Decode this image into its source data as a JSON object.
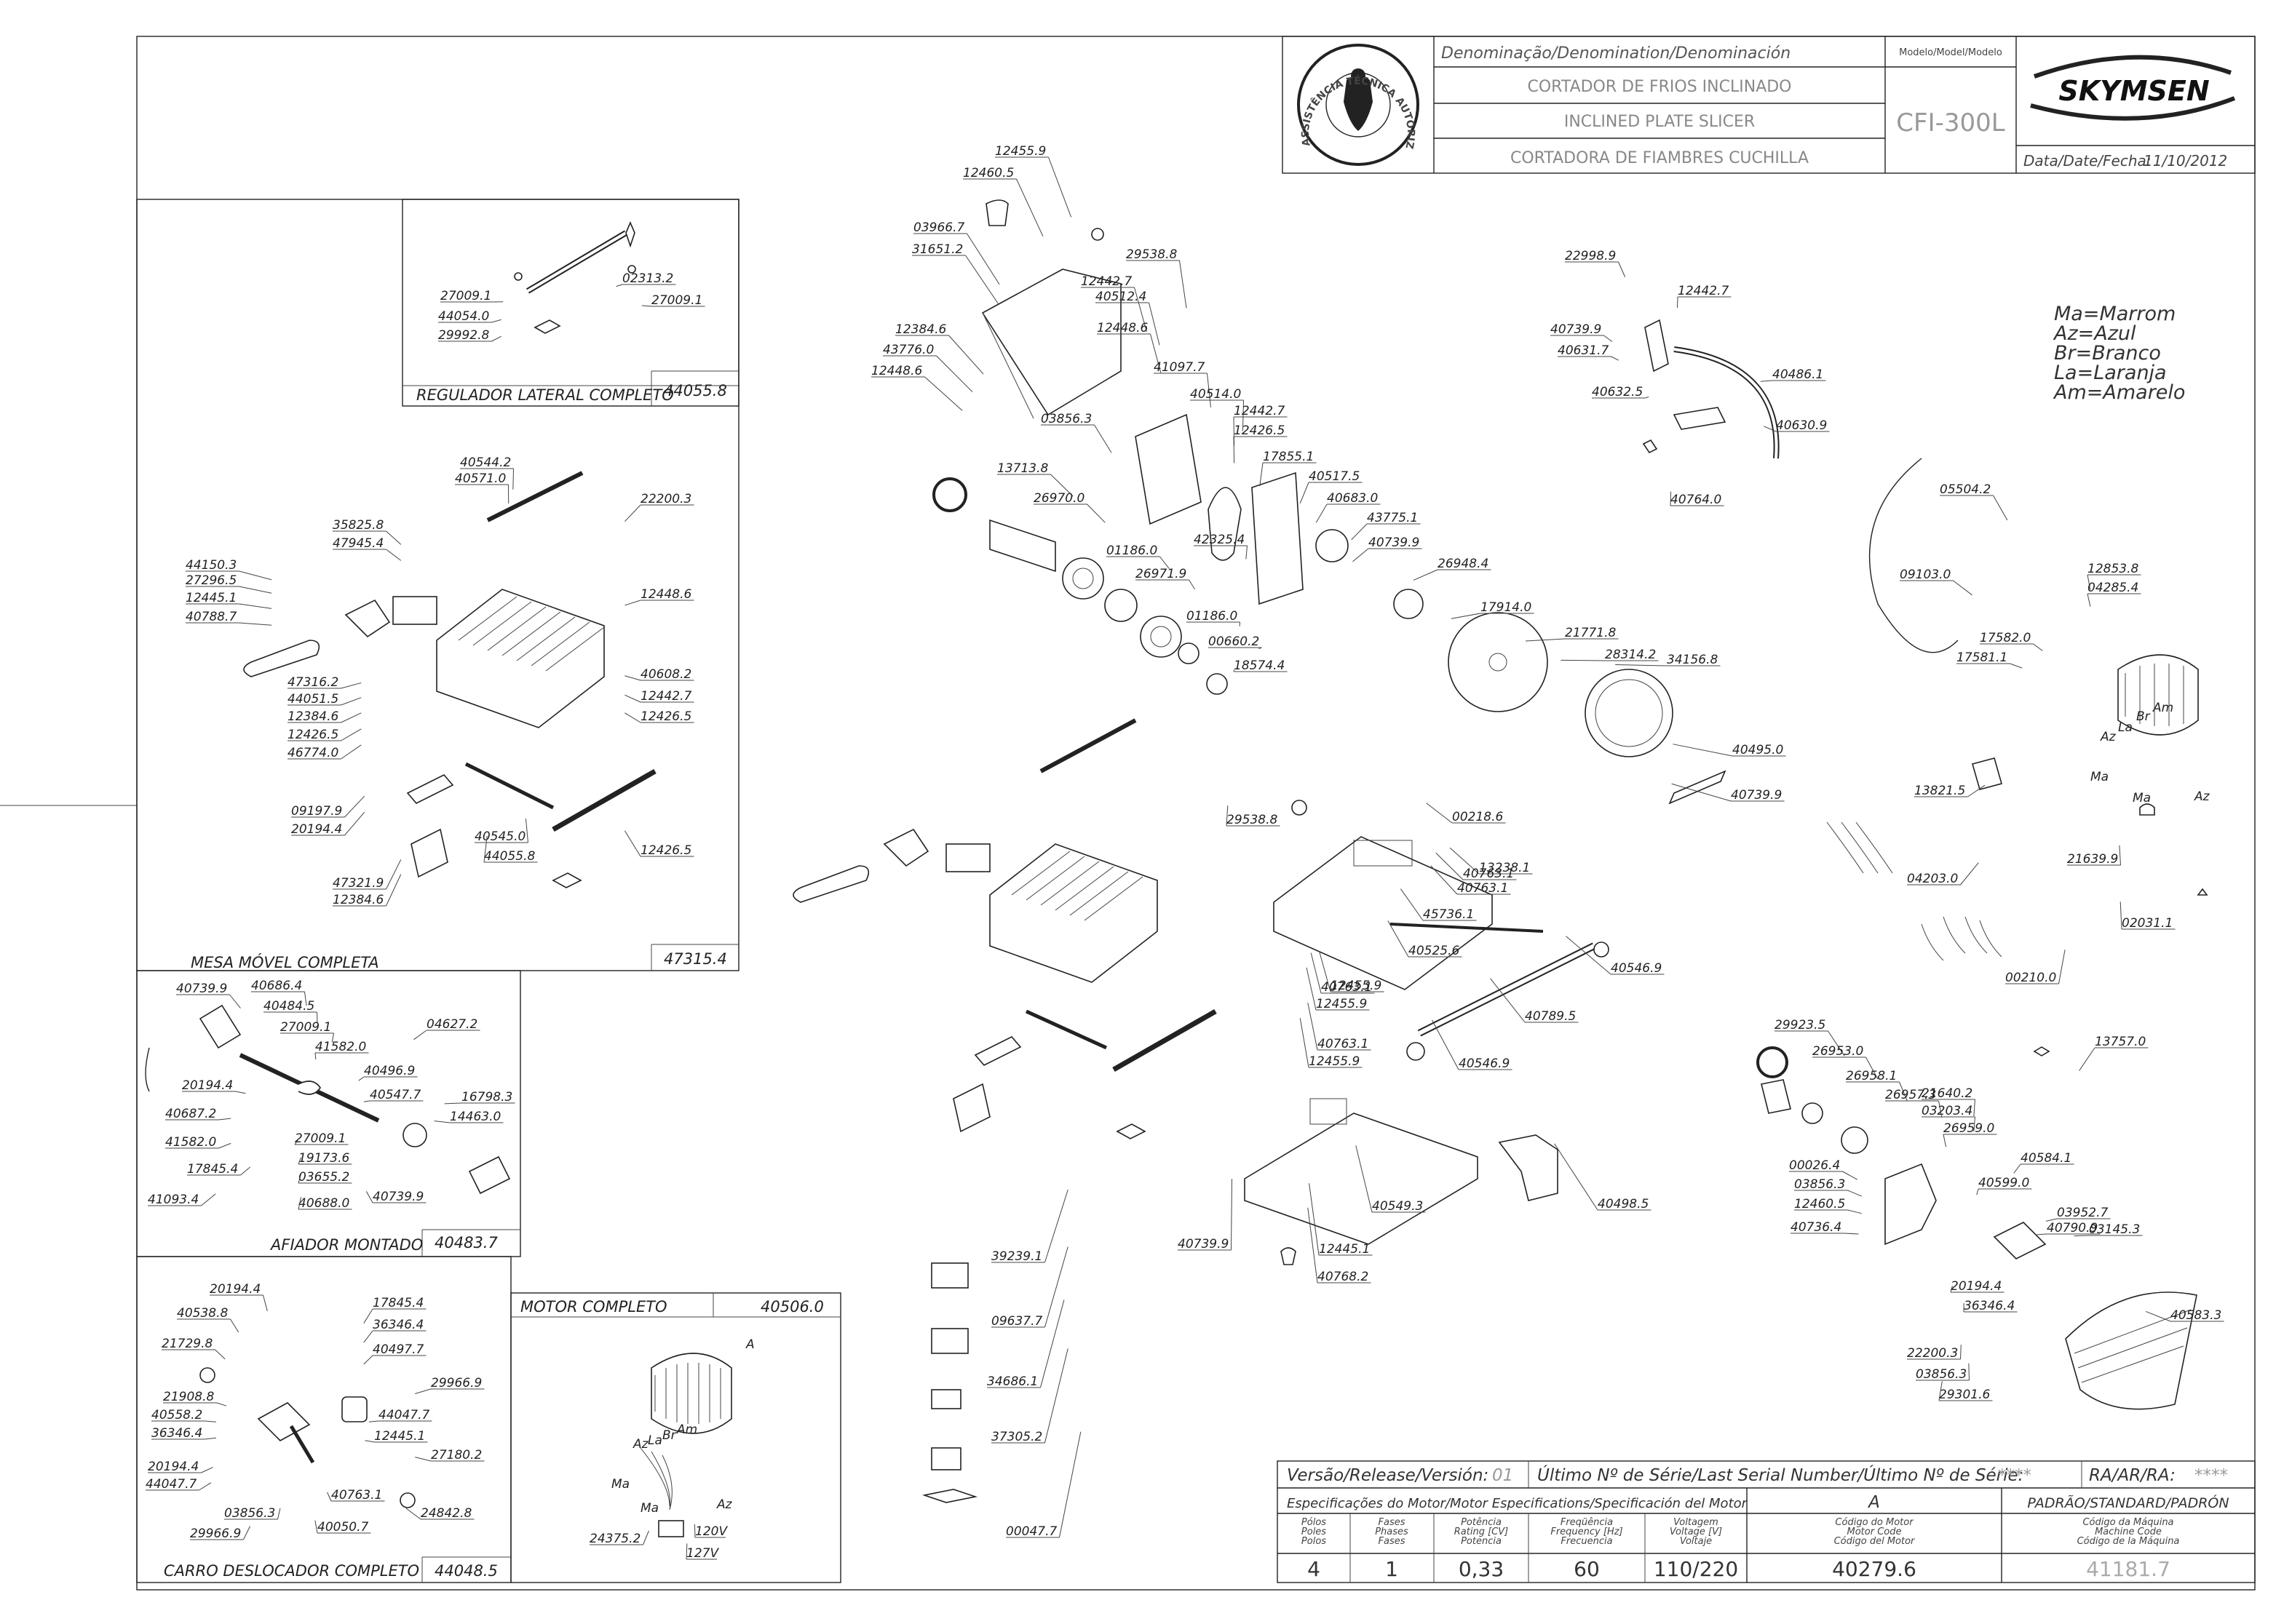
{
  "title_block": {
    "denomination_header": "Denominação/Denomination/Denominación",
    "name_pt": "CORTADOR DE FRIOS INCLINADO",
    "name_en": "INCLINED PLATE SLICER",
    "name_es": "CORTADORA DE FIAMBRES CUCHILLA",
    "model_header": "Modelo/Model/Modelo",
    "model": "CFI-300L",
    "brand": "SKYMSEN",
    "date_label": "Data/Date/Fecha:",
    "date": "11/10/2012",
    "seal_text": "ASSISTÊNCIA TÉCNICA AUTORIZADA"
  },
  "legend": [
    "Ma=Marrom",
    "Az=Azul",
    "Br=Branco",
    "La=Laranja",
    "Am=Amarelo"
  ],
  "sections": {
    "regulador": {
      "title": "REGULADOR LATERAL COMPLETO",
      "code": "44055.8"
    },
    "mesa": {
      "title": "MESA MÓVEL COMPLETA",
      "code": "47315.4"
    },
    "afiador": {
      "title": "AFIADOR MONTADO",
      "code": "40483.7"
    },
    "carro": {
      "title": "CARRO DESLOCADOR COMPLETO",
      "code": "44048.5"
    },
    "motor": {
      "title": "MOTOR COMPLETO",
      "code": "40506.0"
    }
  },
  "labels": {
    "reg": [
      "02313.2",
      "27009.1",
      "44054.0",
      "27009.1",
      "29992.8"
    ],
    "mesa": [
      "40544.2",
      "40571.0",
      "22200.3",
      "35825.8",
      "47945.4",
      "44150.3",
      "27296.5",
      "12445.1",
      "40788.7",
      "12448.6",
      "47316.2",
      "44051.5",
      "12384.6",
      "12426.5",
      "46774.0",
      "40608.2",
      "12442.7",
      "12426.5",
      "09197.9",
      "20194.4",
      "40545.0",
      "44055.8",
      "12426.5",
      "47321.9",
      "12384.6"
    ],
    "afiador": [
      "40739.9",
      "40686.4",
      "40484.5",
      "27009.1",
      "41582.0",
      "04627.2",
      "20194.4",
      "40496.9",
      "40687.2",
      "40547.7",
      "16798.3",
      "41582.0",
      "14463.0",
      "27009.1",
      "19173.6",
      "17845.4",
      "03655.2",
      "40688.0",
      "40739.9",
      "41093.4"
    ],
    "carro": [
      "20194.4",
      "17845.4",
      "40538.8",
      "36346.4",
      "21729.8",
      "40497.7",
      "29966.9",
      "21908.8",
      "40558.2",
      "44047.7",
      "36346.4",
      "12445.1",
      "27180.2",
      "20194.4",
      "44047.7",
      "40763.1",
      "24842.8",
      "03856.3",
      "29966.9",
      "40050.7"
    ],
    "motor": [
      "A",
      "Az",
      "La",
      "Br",
      "Am",
      "Ma",
      "Ma",
      "Az",
      "24375.2",
      "120V",
      "127V"
    ],
    "center": [
      "12455.9",
      "12460.5",
      "03966.7",
      "29538.8",
      "31651.2",
      "12442.7",
      "40512.4",
      "12448.6",
      "12384.6",
      "43776.0",
      "12448.6",
      "41097.7",
      "03856.3",
      "40514.0",
      "12442.7",
      "12426.5",
      "13713.8",
      "17855.1",
      "40517.5",
      "26970.0",
      "40683.0",
      "43775.1",
      "42325.4",
      "40739.9",
      "01186.0",
      "26971.9",
      "26948.4",
      "01186.0",
      "00660.2",
      "18574.4",
      "17914.0",
      "21771.8",
      "28314.2",
      "34156.8",
      "40495.0",
      "40739.9",
      "29538.8",
      "00218.6",
      "40763.1",
      "13238.1",
      "40763.1",
      "12455.9",
      "45736.1",
      "40546.9",
      "40525.6",
      "40763.1",
      "12455.9",
      "40789.5",
      "40763.1",
      "12455.9",
      "40546.9",
      "40549.3",
      "40498.5",
      "40739.9",
      "12445.1",
      "40768.2",
      "39239.1",
      "09637.7",
      "34686.1",
      "37305.2",
      "00047.7"
    ],
    "upper_right": [
      "22998.9",
      "12442.7",
      "40739.9",
      "40631.7",
      "40632.5",
      "40486.1",
      "40630.9",
      "40764.0"
    ],
    "right": [
      "05504.2",
      "09103.0",
      "12853.8",
      "04285.4",
      "17582.0",
      "17581.1",
      "13821.5",
      "Az",
      "La",
      "Br",
      "Am",
      "Ma",
      "Ma",
      "Az",
      "21639.9",
      "04203.0",
      "02031.1",
      "00210.0"
    ],
    "lower_right": [
      "29923.5",
      "13757.0",
      "26953.0",
      "26958.1",
      "26957.3",
      "21640.2",
      "03203.4",
      "26959.0",
      "00026.4",
      "40584.1",
      "03856.3",
      "40599.0",
      "40790.9",
      "12460.5",
      "03952.7",
      "40736.4",
      "03145.3",
      "20194.4",
      "36346.4",
      "40583.3",
      "22200.3",
      "03856.3",
      "29301.6"
    ]
  },
  "footer": {
    "release_label": "Versão/Release/Versión:",
    "release": "01",
    "serial_label": "Último Nº de Série/Last Serial Number/Último Nº de Série:",
    "serial": "****",
    "ra_label": "RA/AR/RA:",
    "ra": "****",
    "motor_spec_label": "Especificações do Motor/Motor Especifications/Specificación del Motor",
    "motor_ref": "A",
    "standard": "PADRÃO/STANDARD/PADRÓN",
    "columns": [
      {
        "h": [
          "Pólos",
          "Poles",
          "Polos"
        ],
        "v": "4"
      },
      {
        "h": [
          "Fases",
          "Phases",
          "Fases"
        ],
        "v": "1"
      },
      {
        "h": [
          "Potência",
          "Rating [CV]",
          "Potencia"
        ],
        "v": "0,33"
      },
      {
        "h": [
          "Freqüência",
          "Frequency [Hz]",
          "Frecuencia"
        ],
        "v": "60"
      },
      {
        "h": [
          "Voltagem",
          "Voltage [V]",
          "Voltaje"
        ],
        "v": "110/220"
      },
      {
        "h": [
          "Código do Motor",
          "Motor Code",
          "Código del Motor"
        ],
        "v": "40279.6"
      },
      {
        "h": [
          "Código da Máquina",
          "Machine Code",
          "Código de la Máquina"
        ],
        "v": "41181.7"
      }
    ]
  }
}
